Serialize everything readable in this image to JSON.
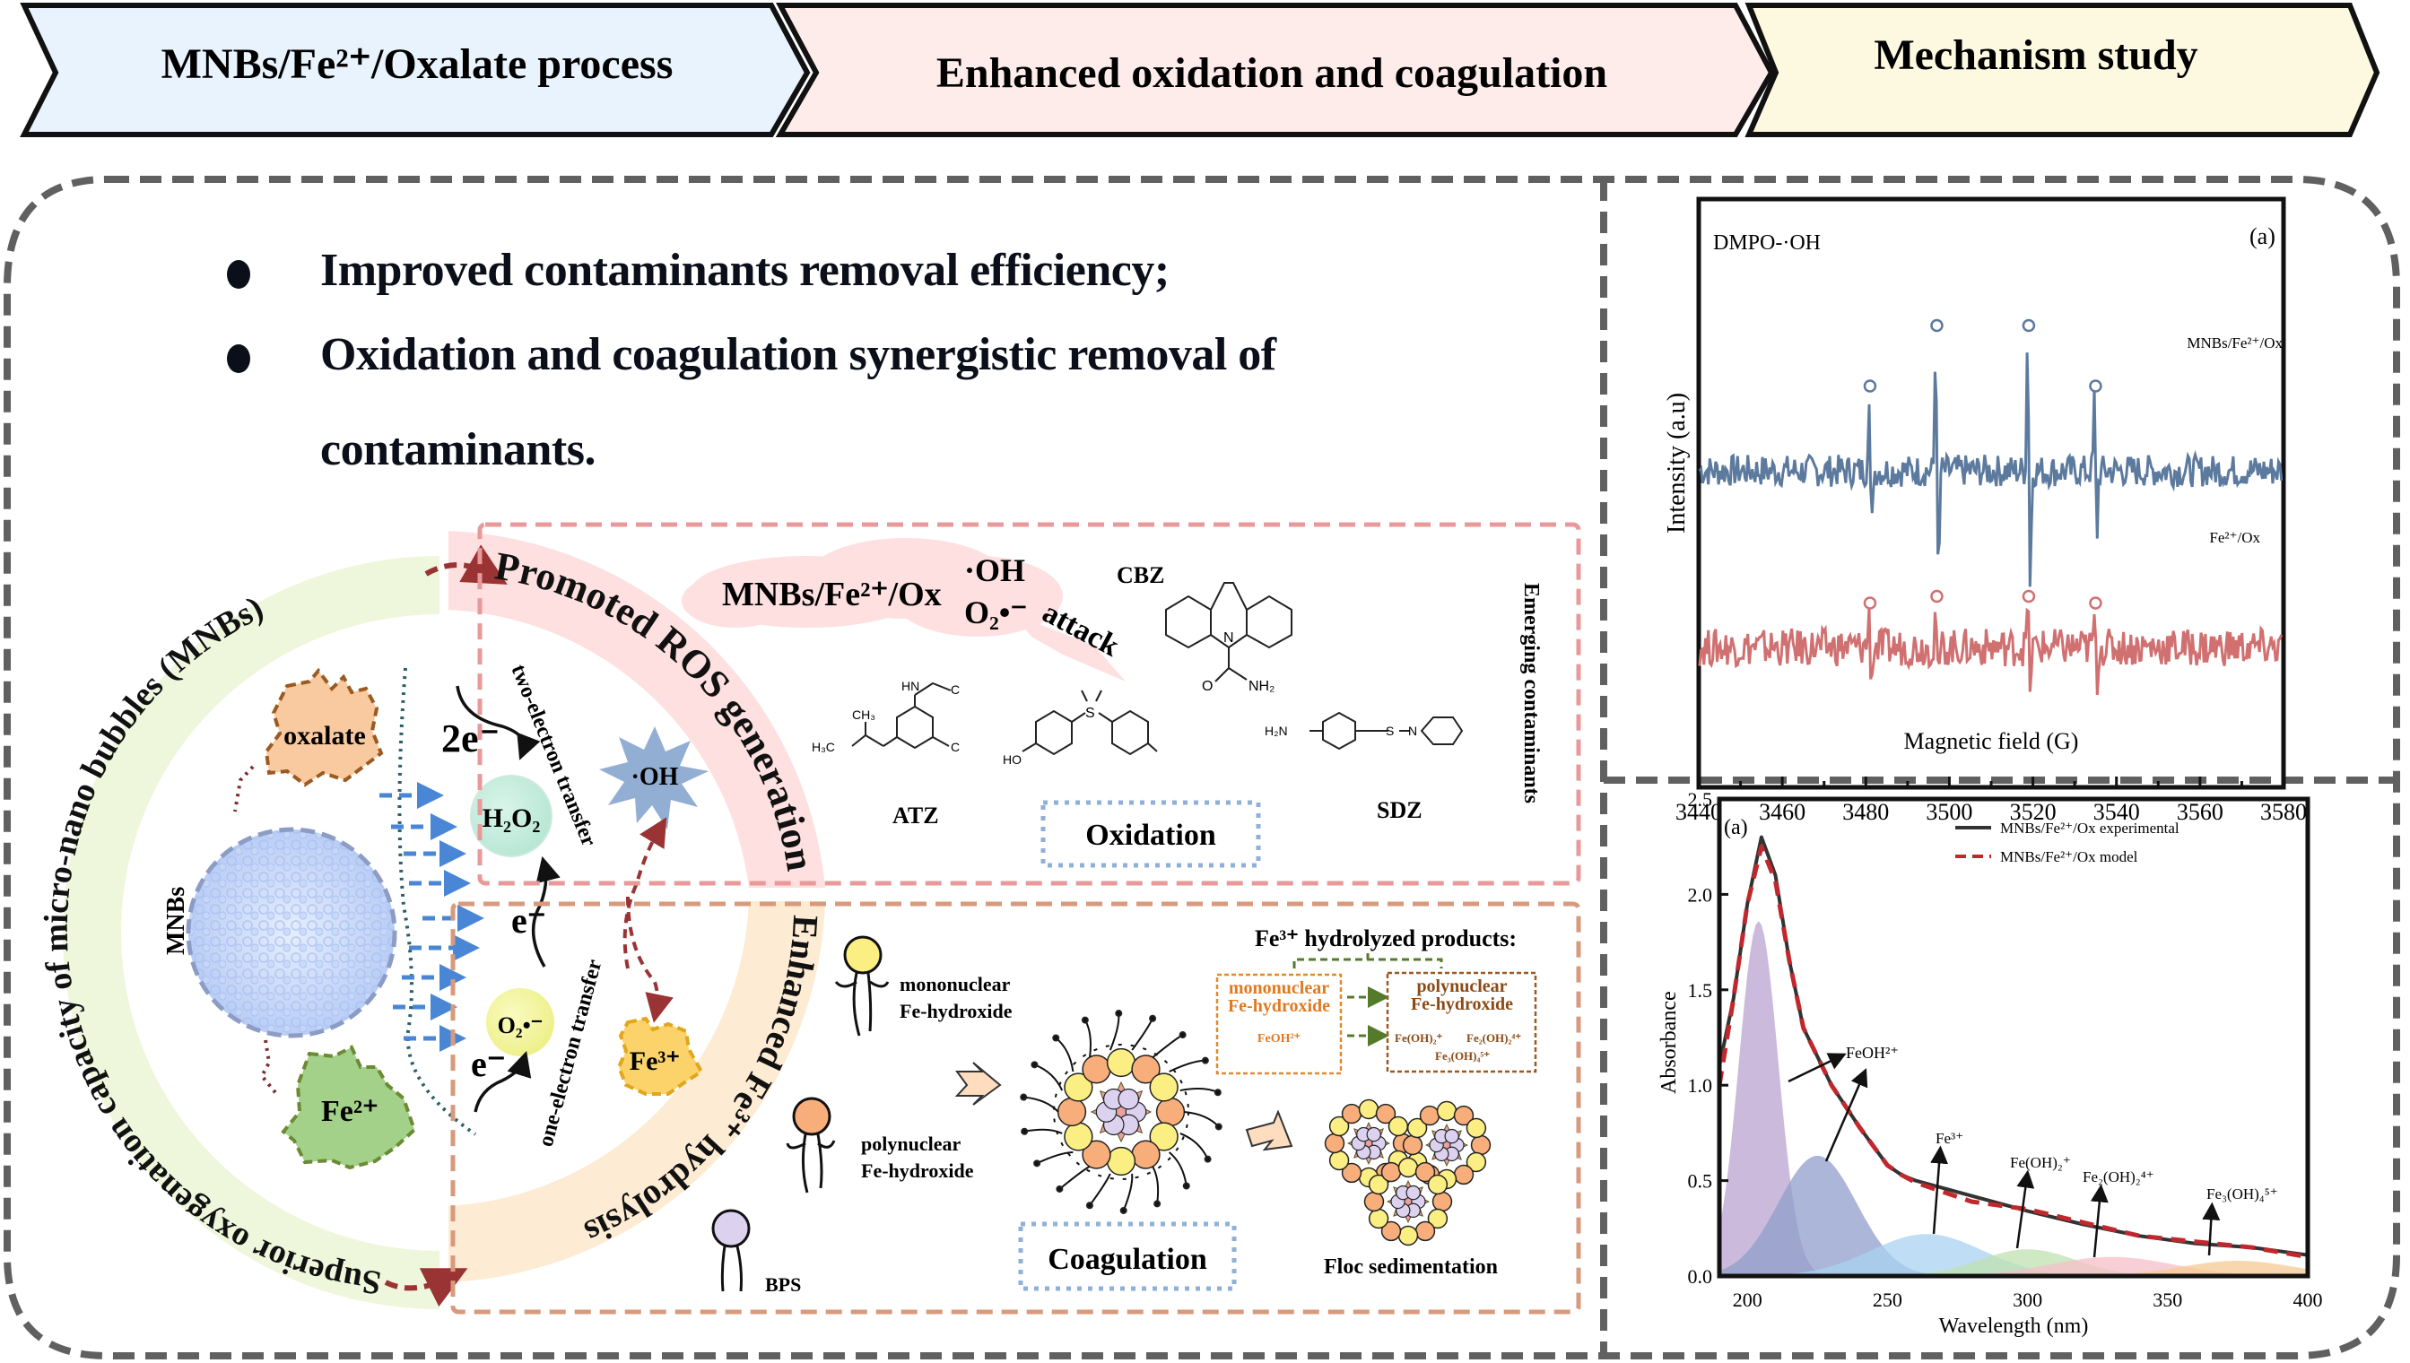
{
  "header": {
    "steps": [
      {
        "label": "MNBs/Fe²⁺/Oxalate process",
        "color": "#e8f3fd"
      },
      {
        "label": "Enhanced oxidation and coagulation",
        "color": "#fdecea"
      },
      {
        "label": "Mechanism study",
        "color": "#fdf8e0"
      }
    ]
  },
  "highlights": [
    "Improved contaminants removal efficiency;",
    "Oxidation and coagulation synergistic removal of",
    "contaminants."
  ],
  "mechanism": {
    "ring_green_label": "Superior oxygenation capacity of micro-nano bubbles (MNBs)",
    "ring_pink_label": "Promoted ROS generation",
    "ring_orange_label": "Enhanced Fe³⁺ hydrolysis",
    "mnbs_label": "MNBs",
    "oxalate_label": "oxalate",
    "fe2_label": "Fe²⁺",
    "fe3_label": "Fe³⁺",
    "h2o2_label": "H₂O₂",
    "o2_label": "O₂•⁻",
    "oh_label": "·OH",
    "two_e_label": "2e⁻",
    "e_upper_label": "e⁻",
    "e_lower_label": "e⁻",
    "two_electron_transfer": "two-electron transfer",
    "one_electron_transfer": "one-electron transfer",
    "colors": {
      "green_ring": "#eef7dc",
      "pink_ring": "#fde0df",
      "orange_ring": "#fdebd3"
    }
  },
  "oxidation_panel": {
    "cloud_label": "MNBs/Fe²⁺/Ox",
    "radical_oh": "·OH",
    "radical_o2": "O₂•⁻",
    "attack_label": "attack",
    "title": "Oxidation",
    "side_label": "Emerging contaminants",
    "contaminants": [
      {
        "name": "CBZ"
      },
      {
        "name": "ATZ"
      },
      {
        "name": "SDZ"
      }
    ]
  },
  "coagulation_panel": {
    "mononuclear_label_1": "mononuclear",
    "mononuclear_label_2": "Fe-hydroxide",
    "polynuclear_label_1": "polynuclear",
    "polynuclear_label_2": "Fe-hydroxide",
    "bps_label": "BPS",
    "title": "Coagulation",
    "floc_label": "Floc sedimentation",
    "products_title": "Fe³⁺ hydrolyzed products:",
    "mono_box": {
      "title_1": "mononuclear",
      "title_2": "Fe-hydroxide",
      "species": "FeOH²⁺"
    },
    "poly_box": {
      "title_1": "polynuclear",
      "title_2": "Fe-hydroxide",
      "species_1": "Fe(OH)₂⁺",
      "species_2": "Fe₂(OH)₂⁴⁺",
      "species_3": "Fe₃(OH)₄⁵⁺"
    }
  },
  "chart_data": [
    {
      "type": "line",
      "title": "DMPO-·OH",
      "panel_label": "(a)",
      "xlabel": "Magnetic field (G)",
      "ylabel": "Intensity (a.u)",
      "xlim": [
        3440,
        3580
      ],
      "xticks": [
        3440,
        3460,
        3480,
        3500,
        3520,
        3540,
        3560,
        3580
      ],
      "yticks": [],
      "grid": false,
      "series": [
        {
          "name": "MNBs/Fe²⁺/Ox",
          "color": "#5c7a9e",
          "offset": 1.0,
          "peaks": [
            {
              "x": 3481,
              "height": 0.55,
              "depth": -0.45
            },
            {
              "x": 3497,
              "height": 1.0,
              "depth": -0.95
            },
            {
              "x": 3519,
              "height": 1.0,
              "depth": -0.95
            },
            {
              "x": 3535,
              "height": 0.55,
              "depth": -0.45
            }
          ],
          "noise": 0.12
        },
        {
          "name": "Fe²⁺/Ox",
          "color": "#d07070",
          "offset": 0.0,
          "peaks": [
            {
              "x": 3481,
              "height": 0.25,
              "depth": -0.25
            },
            {
              "x": 3497,
              "height": 0.3,
              "depth": -0.3
            },
            {
              "x": 3519,
              "height": 0.3,
              "depth": -0.3
            },
            {
              "x": 3535,
              "height": 0.25,
              "depth": -0.25
            }
          ],
          "noise": 0.14
        }
      ],
      "peak_markers": "open circles at four DMPO-·OH quartet peaks (3481, 3497, 3519, 3535 G)"
    },
    {
      "type": "area",
      "panel_label": "(a)",
      "xlabel": "Wavelength (nm)",
      "ylabel": "Absorbance",
      "xlim": [
        190,
        400
      ],
      "ylim": [
        0,
        2.5
      ],
      "xticks": [
        200,
        250,
        300,
        350,
        400
      ],
      "yticks": [
        0.0,
        0.5,
        1.0,
        1.5,
        2.0,
        2.5
      ],
      "grid": false,
      "legend": {
        "position": "top-right",
        "entries": [
          "MNBs/Fe²⁺/Ox experimental",
          "MNBs/Fe²⁺/Ox model"
        ]
      },
      "series": [
        {
          "name": "MNBs/Fe²⁺/Ox experimental",
          "style": "solid",
          "color": "#333333",
          "x": [
            190,
            195,
            200,
            205,
            210,
            215,
            220,
            225,
            230,
            240,
            250,
            255,
            260,
            270,
            280,
            290,
            300,
            320,
            340,
            360,
            380,
            400
          ],
          "y": [
            1.1,
            1.45,
            1.95,
            2.3,
            2.1,
            1.65,
            1.3,
            1.15,
            1.0,
            0.78,
            0.58,
            0.53,
            0.5,
            0.46,
            0.42,
            0.38,
            0.34,
            0.27,
            0.21,
            0.17,
            0.15,
            0.11
          ]
        },
        {
          "name": "MNBs/Fe²⁺/Ox model",
          "style": "dashed",
          "color": "#c0282d",
          "x": [
            190,
            195,
            200,
            205,
            210,
            215,
            220,
            225,
            230,
            240,
            250,
            255,
            260,
            270,
            280,
            290,
            300,
            320,
            340,
            360,
            380,
            400
          ],
          "y": [
            1.0,
            1.45,
            1.95,
            2.25,
            2.07,
            1.65,
            1.3,
            1.15,
            1.0,
            0.78,
            0.58,
            0.53,
            0.49,
            0.44,
            0.39,
            0.37,
            0.35,
            0.28,
            0.21,
            0.18,
            0.15,
            0.1
          ]
        }
      ],
      "components": [
        {
          "name": "FeOH²⁺",
          "center": 204,
          "height": 1.86,
          "width": 7,
          "color": "#b9a3cf"
        },
        {
          "name": "FeOH²⁺ (2)",
          "center": 225,
          "height": 0.63,
          "width": 14,
          "color": "#8f9dcb"
        },
        {
          "name": "Fe³⁺",
          "center": 264,
          "height": 0.22,
          "width": 20,
          "color": "#a9d1f0"
        },
        {
          "name": "Fe(OH)₂⁺",
          "center": 300,
          "height": 0.14,
          "width": 17,
          "color": "#bfe2b0"
        },
        {
          "name": "Fe₂(OH)₂⁴⁺",
          "center": 330,
          "height": 0.1,
          "width": 22,
          "color": "#f6bfc8"
        },
        {
          "name": "Fe₃(OH)₄⁵⁺",
          "center": 375,
          "height": 0.08,
          "width": 20,
          "color": "#f7c993"
        }
      ],
      "annotations": [
        "FeOH²⁺",
        "Fe³⁺",
        "Fe(OH)₂⁺",
        "Fe₂(OH)₂⁴⁺",
        "Fe₃(OH)₄⁵⁺"
      ]
    }
  ]
}
